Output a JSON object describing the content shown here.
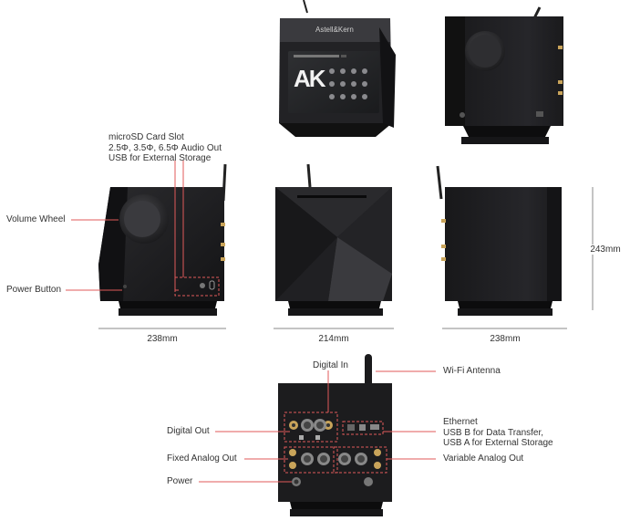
{
  "annotations": {
    "microsd_lines": [
      "microSD Card Slot",
      "2.5Φ, 3.5Φ, 6.5Φ Audio Out",
      "USB for External Storage"
    ],
    "volume_wheel": "Volume Wheel",
    "power_button": "Power Button",
    "digital_in": "Digital In",
    "wifi_antenna": "Wi-Fi Antenna",
    "digital_out": "Digital Out",
    "ethernet_lines": [
      "Ethernet",
      "USB B for Data Transfer,",
      "USB A for External Storage"
    ],
    "fixed_analog_out": "Fixed Analog Out",
    "variable_analog_out": "Variable Analog Out",
    "power": "Power"
  },
  "dimensions": {
    "left_width": "238mm",
    "front_width": "214mm",
    "right_width": "238mm",
    "height": "243mm"
  },
  "screen": {
    "brand": "Astell&Kern",
    "logo_text": "AK"
  },
  "colors": {
    "body": "#1f1f21",
    "body_dark": "#121214",
    "label_line": "#e05a5a",
    "text": "#333333"
  }
}
